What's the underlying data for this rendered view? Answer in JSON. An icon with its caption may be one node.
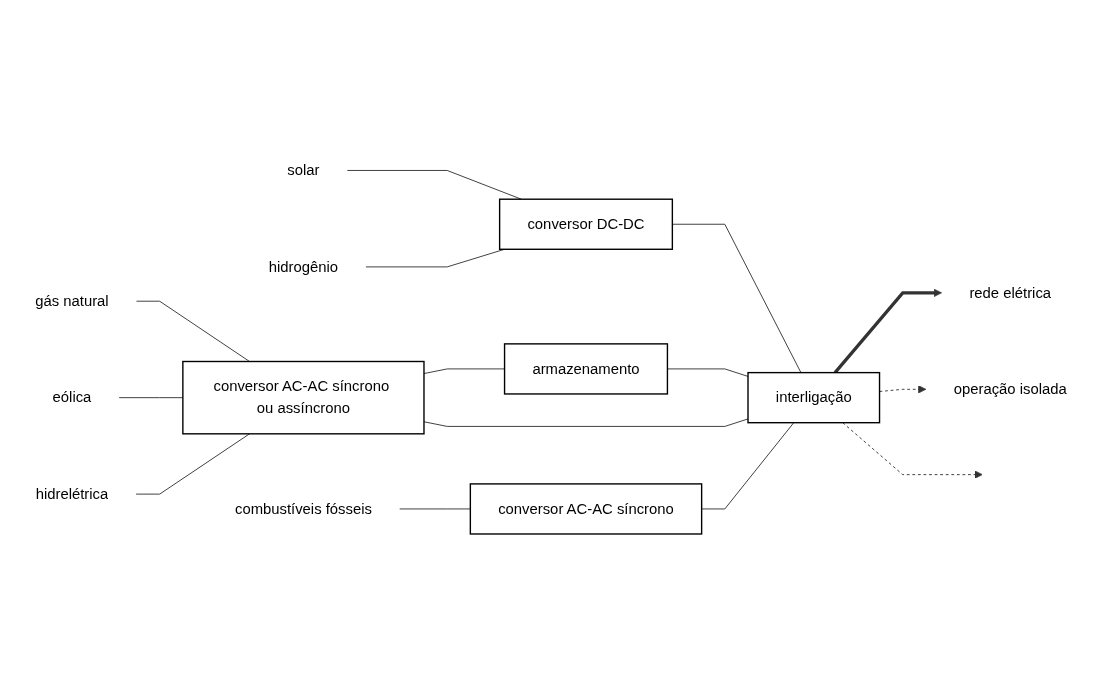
{
  "diagram": {
    "nodes": [
      {
        "text": [
          "solar"
        ]
      },
      {
        "text": [
          "hidrogênio"
        ]
      },
      {
        "text": [
          "conversor DC-DC"
        ]
      },
      {
        "text": [
          "armazenamento"
        ]
      },
      {
        "text": [
          "gás natural"
        ]
      },
      {
        "text": [
          "eólica"
        ]
      },
      {
        "text": [
          "hidrelétrica"
        ]
      },
      {
        "text": [
          "conversor AC-AC síncrono ou assíncrono"
        ]
      },
      {
        "text": [
          "combustíveis fósseis"
        ]
      },
      {
        "text": [
          "conversor AC-AC síncrono"
        ]
      },
      {
        "text": [
          "interligação"
        ]
      },
      {
        "text": [
          "rede elétrica"
        ]
      },
      {
        "text": [
          "operação isolada"
        ]
      }
    ],
    "edges": [
      {
        "from": 0,
        "to": 2,
        "arrow": "none"
      },
      {
        "from": 1,
        "to": 2,
        "arrow": "none"
      },
      {
        "from": 2,
        "to": 10,
        "arrow": "none"
      },
      {
        "from": 3,
        "to": 10,
        "arrow": "none"
      },
      {
        "from": 4,
        "to": 7,
        "arrow": "none"
      },
      {
        "from": 5,
        "to": 7,
        "arrow": "none"
      },
      {
        "from": 6,
        "to": 7,
        "arrow": "none"
      },
      {
        "from": 7,
        "to": 3,
        "arrow": "none"
      },
      {
        "from": 7,
        "to": 10,
        "arrow": "none"
      },
      {
        "from": 8,
        "to": 9,
        "arrow": "none"
      },
      {
        "from": 9,
        "to": 10,
        "arrow": "none"
      },
      {
        "from": 10,
        "to": 11,
        "arrow": "to",
        "style": "thick"
      },
      {
        "from": 10,
        "to": 12,
        "arrow": "to",
        "style": "dashed"
      },
      {
        "from": 10,
        "to": null,
        "arrow": "to",
        "style": "dashed"
      }
    ]
  }
}
